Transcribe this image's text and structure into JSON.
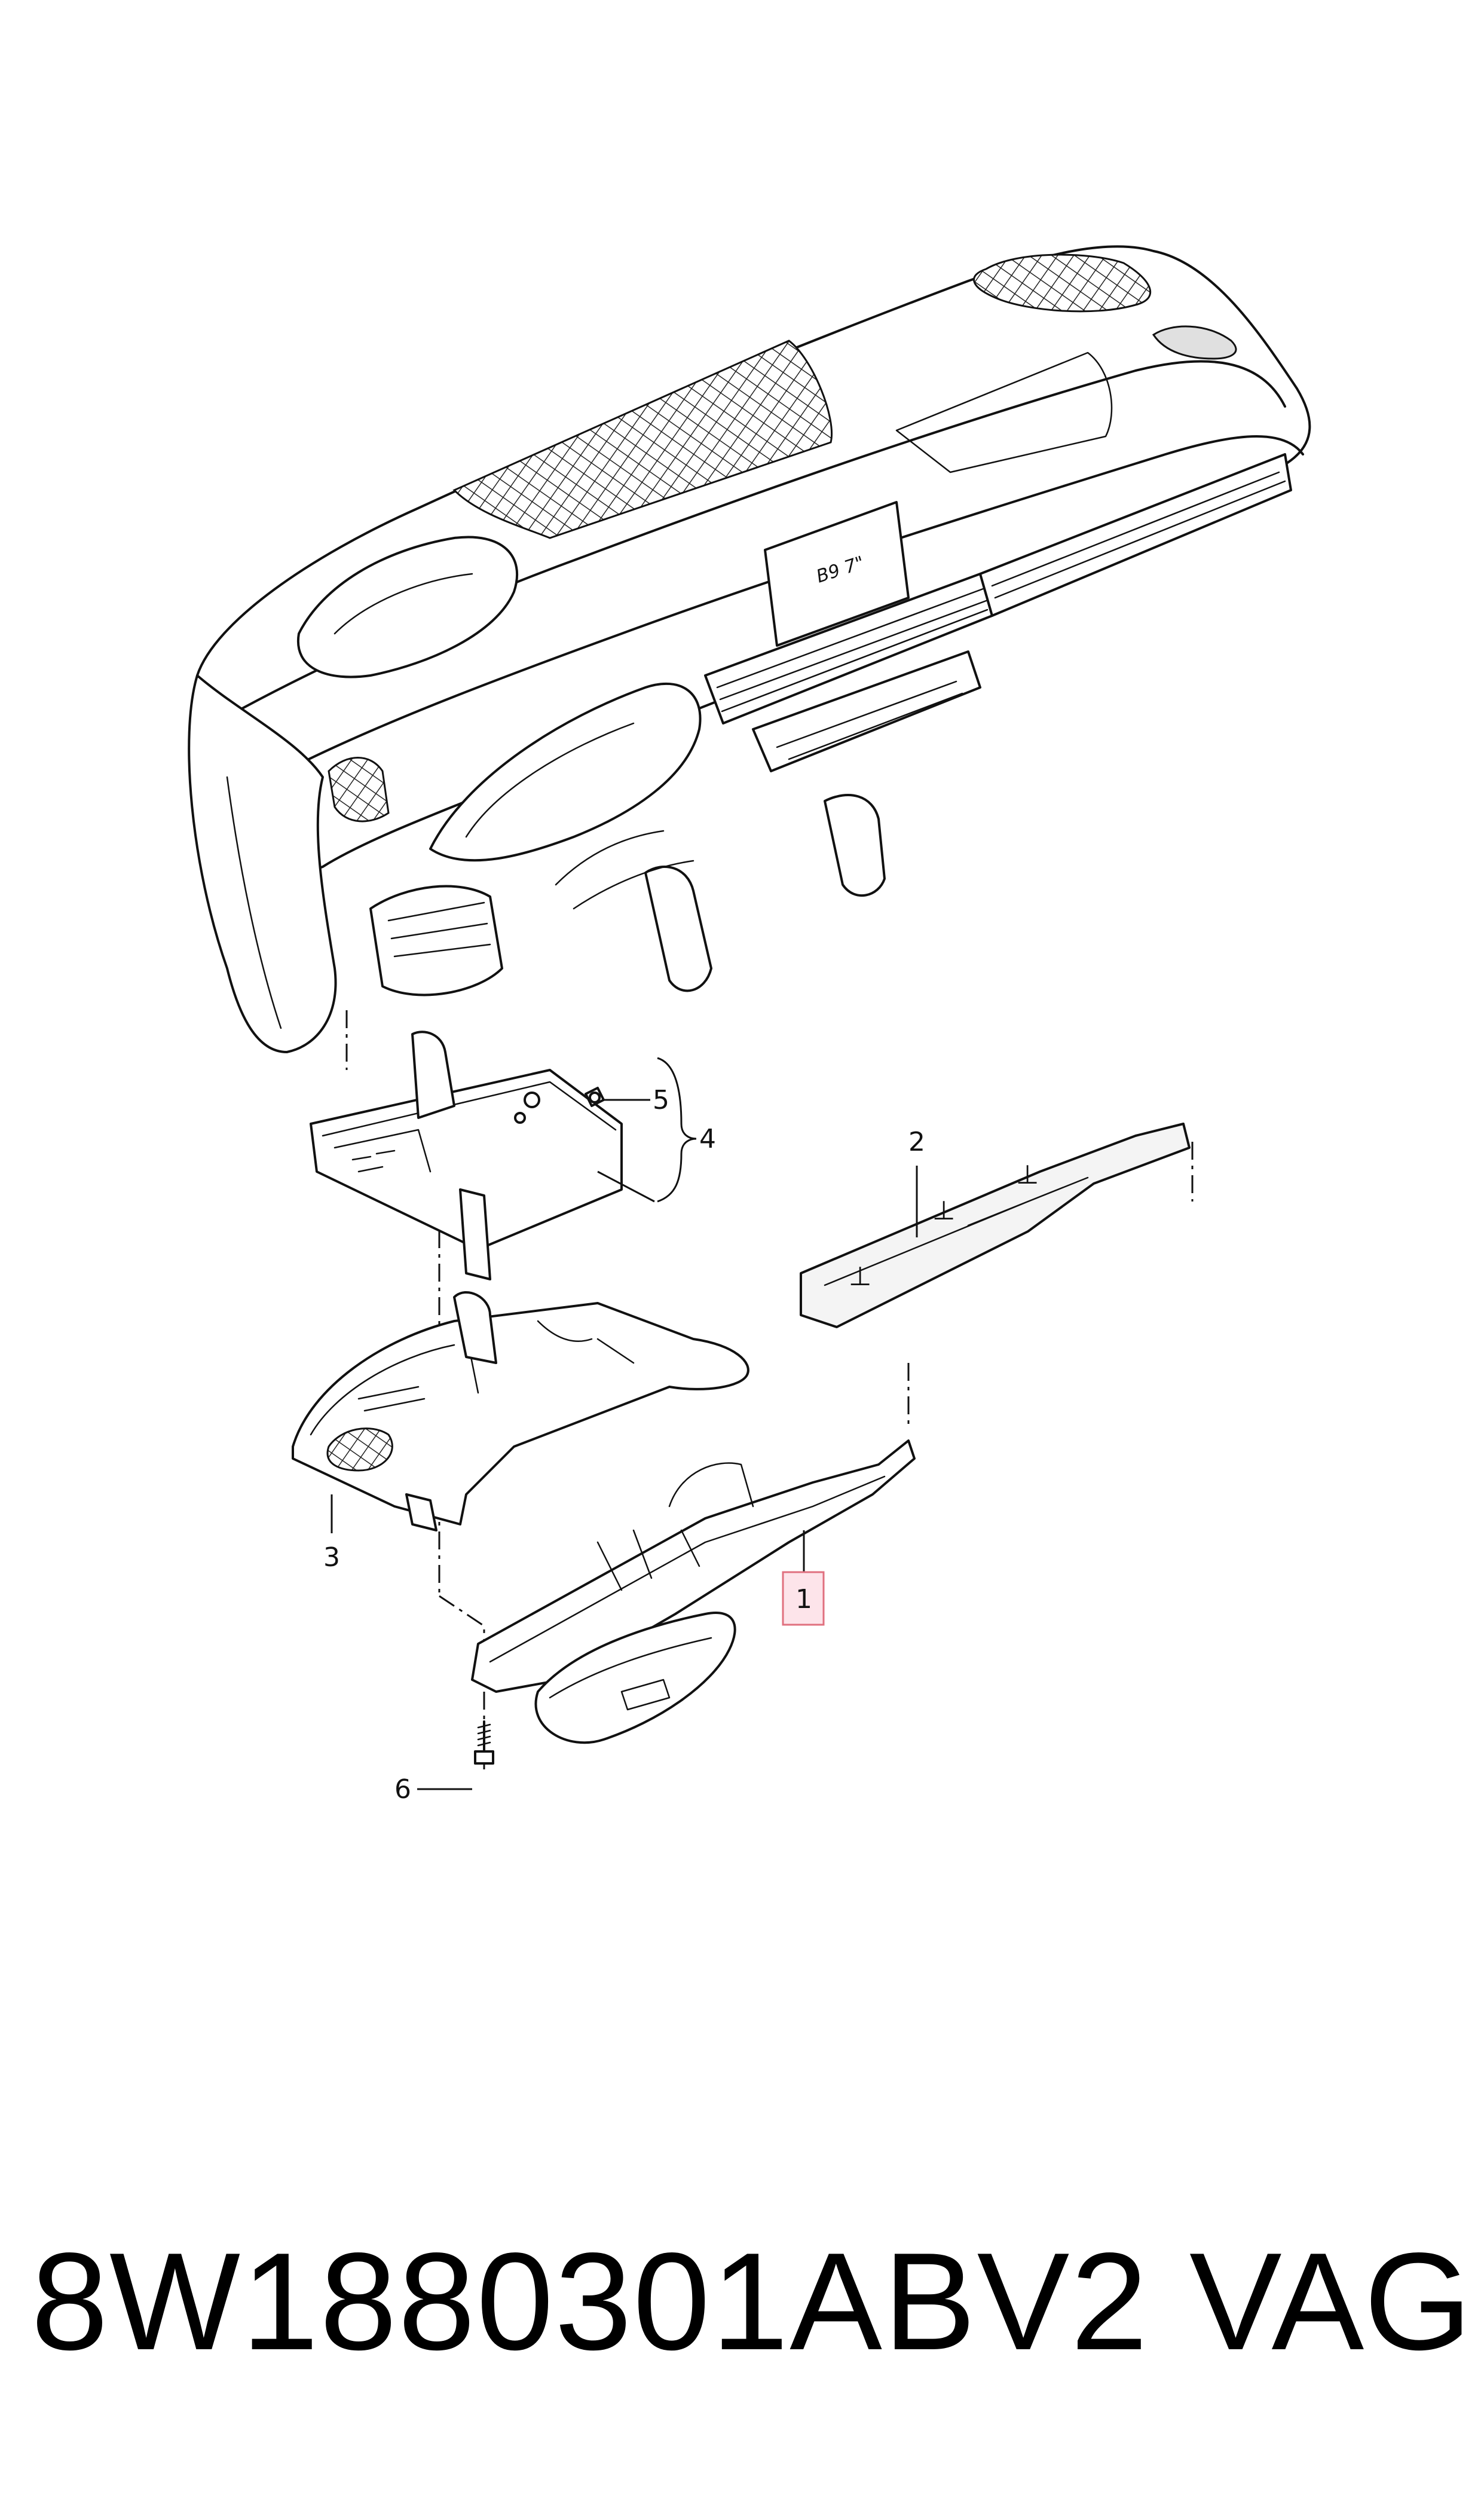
{
  "diagram": {
    "callouts": [
      {
        "id": "1",
        "label": "1",
        "highlighted": true
      },
      {
        "id": "2",
        "label": "2"
      },
      {
        "id": "3",
        "label": "3"
      },
      {
        "id": "4",
        "label": "4"
      },
      {
        "id": "5",
        "label": "5"
      },
      {
        "id": "6",
        "label": "6"
      }
    ],
    "screen_text": "B9 7\""
  },
  "footer": {
    "part_number": "8W1880301ABV2",
    "brand": "VAG"
  },
  "colors": {
    "line": "#111111",
    "highlight_fill": "#fde4ea",
    "highlight_stroke": "#e0707f"
  }
}
